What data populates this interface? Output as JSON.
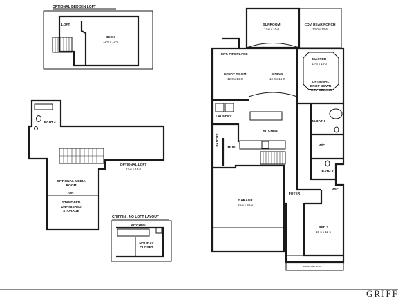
{
  "titles": {
    "bed3_loft": "OPTIONAL BED 3 IN LOFT",
    "no_loft": "GRIFFIN - NO LOFT LAYOUT",
    "brand": "GRIFF"
  },
  "loft_plan": {
    "loft": "LOFT",
    "bed3": {
      "name": "BED 3",
      "dims": "12-0 x 13-6"
    }
  },
  "upper_floor": {
    "bath3": "BATH 3",
    "optional_loft": {
      "name": "OPTIONAL LOFT",
      "dims": "13-6 x 15-8"
    },
    "media_room": [
      "OPTIONAL MEDIA",
      "ROOM"
    ],
    "or": "OR",
    "storage": [
      "STANDARD",
      "UNFINISHED",
      "STORAGE"
    ]
  },
  "no_loft_plan": {
    "kitchen": "KITCHEN",
    "holiday_closet": [
      "HOLIDAY",
      "CLOSET"
    ]
  },
  "main_floor": {
    "sunroom": {
      "name": "SUNROOM",
      "dims": "13-0 x 10-0"
    },
    "rear_porch": {
      "name": "COV. REAR PORCH",
      "dims": "12-0 x 10-6"
    },
    "fireplace": "OPT. FIREPLACE",
    "great_room": {
      "name": "GREAT ROOM",
      "dims": "12-0 x 14-0"
    },
    "dining": {
      "name": "DINING",
      "dims": "10-0 x 14-0"
    },
    "master": {
      "name": "MASTER",
      "dims": "12-6 x 15-0"
    },
    "master_ceiling": [
      "OPTIONAL",
      "DROP DOWN",
      "TREY CEILING"
    ],
    "laundry": "LAUNDRY",
    "kitchen": "KITCHEN",
    "m_bath": "M.BATH",
    "pantry": "PANTRY",
    "mud": "MUD",
    "wic_master": "W/C",
    "bath2": "BATH 2",
    "wic": "W/C",
    "foyer": "FOYER",
    "garage": {
      "name": "GARAGE",
      "dims": "19-6 x 20-0"
    },
    "bed2": {
      "name": "BED 2",
      "dims": "10-6 x 12-6"
    },
    "front_porch": {
      "name": "FRONT PORCH",
      "dims": "VARIES PER ELEV."
    }
  }
}
